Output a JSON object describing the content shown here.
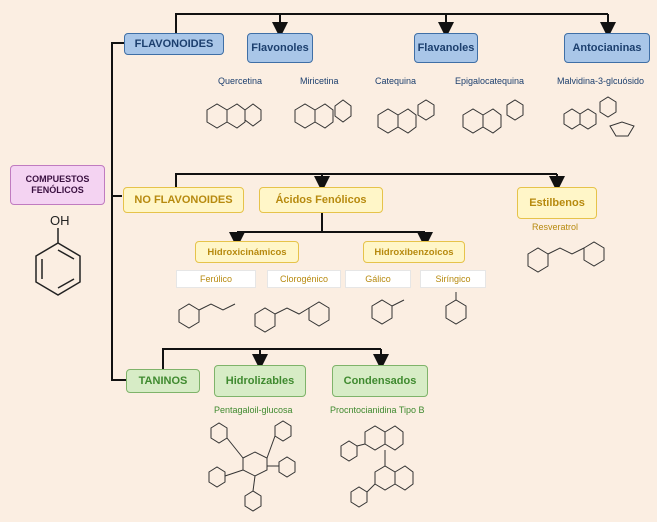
{
  "root": {
    "label": "COMPUESTOS FENÓLICOS",
    "symbol": "OH"
  },
  "flavonoides": {
    "label": "FLAVONOIDES",
    "groups": [
      {
        "label": "Flavonoles",
        "compounds": [
          "Quercetina",
          "Miricetina"
        ]
      },
      {
        "label": "Flavanoles",
        "compounds": [
          "Catequina",
          "Epigalocatequina"
        ]
      },
      {
        "label": "Antocianinas",
        "compounds": [
          "Malvidina-3-glcuósido"
        ]
      }
    ]
  },
  "no_flavonoides": {
    "label": "NO FLAVONOIDES",
    "acidos": {
      "label": "Ácidos Fenólicos",
      "hidroxicinamicos": {
        "label": "Hidroxicinámicos",
        "compounds": [
          "Ferúlico",
          "Clorogénico"
        ]
      },
      "hidroxibenzoicos": {
        "label": "Hidroxibenzoicos",
        "compounds": [
          "Gálico",
          "Siríngico"
        ]
      }
    },
    "estilbenos": {
      "label": "Estilbenos",
      "compounds": [
        "Resveratrol"
      ]
    }
  },
  "taninos": {
    "label": "TANINOS",
    "hidrolizables": {
      "label": "Hidrolizables",
      "compound": "Pentagaloil-glucosa"
    },
    "condensados": {
      "label": "Condensados",
      "compound": "Procntocianidina Tipo B"
    }
  }
}
